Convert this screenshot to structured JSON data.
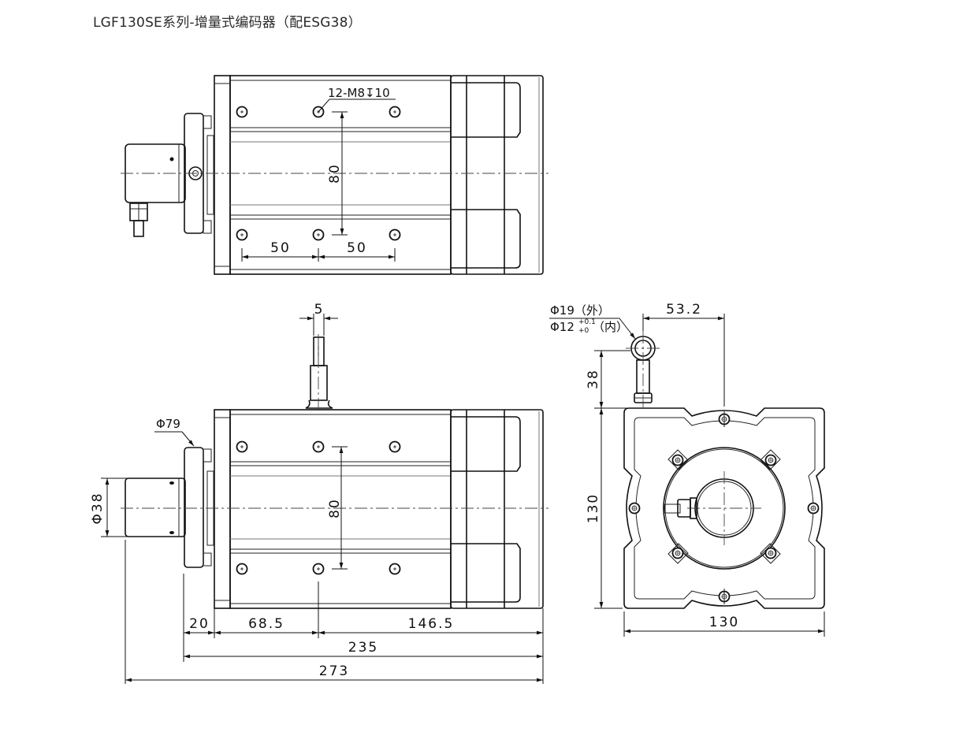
{
  "title": "LGF130SE系列-增量式编码器（配ESG38）",
  "views": {
    "top_view": {
      "callout_holes": "12-M8↧10",
      "dim_hole_spacing_vertical": "80",
      "dim_hole_spacing_left": "50",
      "dim_hole_spacing_right": "50"
    },
    "side_view": {
      "dim_cable_width": "5",
      "dim_flange_diameter": "Φ79",
      "dim_encoder_diameter": "Φ38",
      "dim_hole_spacing_vertical": "80",
      "dim_flange_thickness": "20",
      "dim_to_hole_center": "68.5",
      "dim_hole_to_end": "146.5",
      "dim_body_length": "235",
      "dim_overall_length": "273"
    },
    "front_view": {
      "ring_outer": "Φ19（外）",
      "ring_inner_base": "Φ12",
      "ring_inner_tol_upper": "+0.1",
      "ring_inner_tol_lower": "+0",
      "ring_inner_suffix": "（内）",
      "dim_ring_offset": "53.2",
      "dim_ring_height": "38",
      "dim_height": "130",
      "dim_width": "130"
    }
  }
}
